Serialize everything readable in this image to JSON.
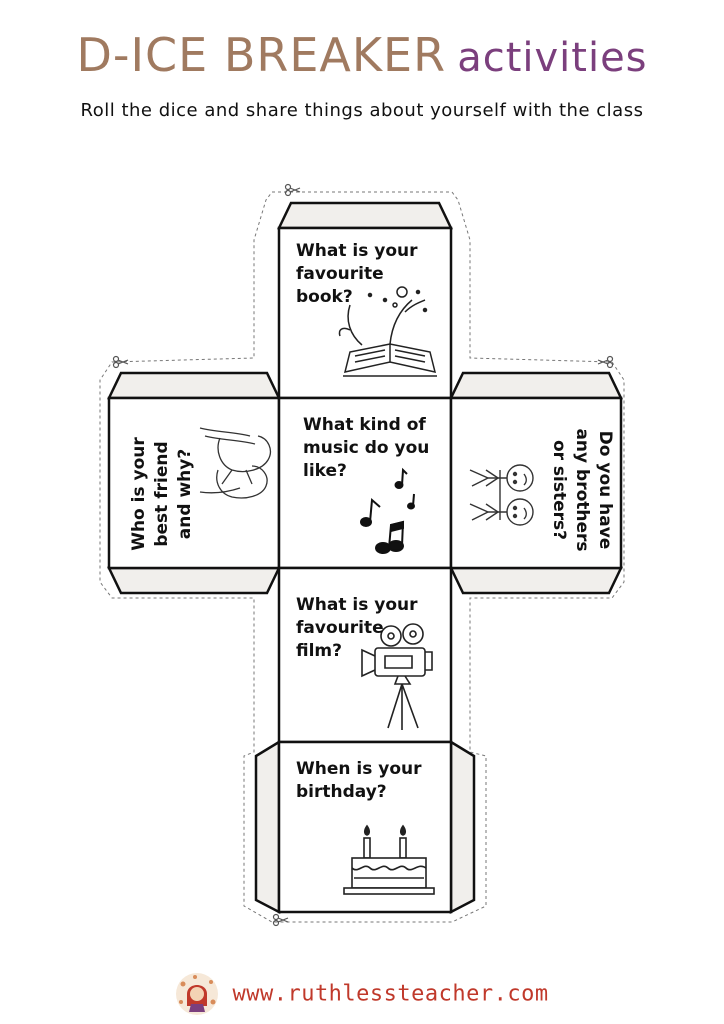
{
  "header": {
    "title_main": "D-ICE BREAKER",
    "title_sub": "activities",
    "subtitle": "Roll the dice and share things about yourself with the class"
  },
  "faces": {
    "top": "What is your\nfavourite\nbook?",
    "left": "Who is your\nbest friend\nand why?",
    "center": "What kind of\nmusic do you\nlike?",
    "right": "Do you have\nany brothers\nor sisters?",
    "lower": "What is your\nfavourite\nfilm?",
    "bottom": "When is your\nbirthday?"
  },
  "footer": {
    "url": "www.ruthlessteacher.com"
  },
  "colors": {
    "title": "#a07a60",
    "accent": "#7b3f7d",
    "tab": "#f1efec",
    "url": "#c0392b"
  }
}
